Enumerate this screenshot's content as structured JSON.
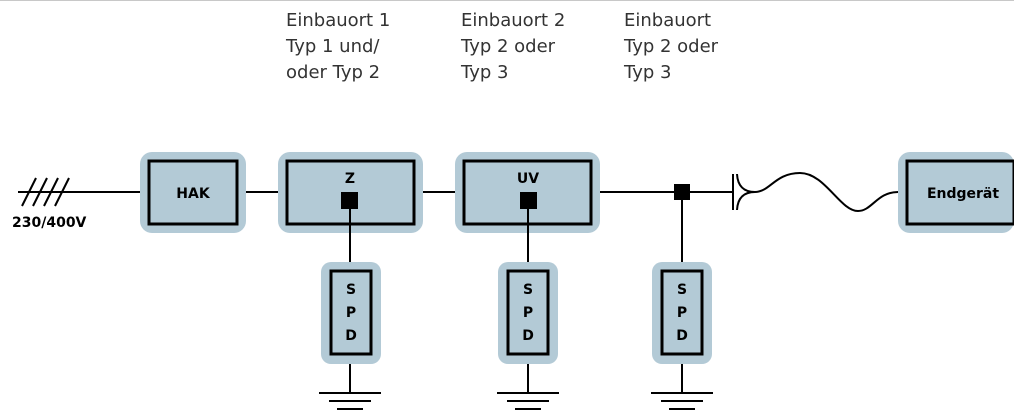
{
  "colors": {
    "box_fill": "#b3cad6",
    "box_border": "#9cbbcb",
    "line": "#000000",
    "caption_text": "#333333"
  },
  "captions": [
    {
      "lines": [
        "Einbauort 1",
        "Typ 1 und/",
        "oder Typ 2"
      ]
    },
    {
      "lines": [
        "Einbauort 2",
        "Typ 2 oder",
        "Typ 3"
      ]
    },
    {
      "lines": [
        "Einbauort",
        "Typ 2 oder",
        "Typ 3"
      ]
    }
  ],
  "supply_label": "230/400V",
  "boxes": {
    "hak": "HAK",
    "z": "Z",
    "uv": "UV",
    "endgeraet": "Endgerät"
  },
  "spd_letters": [
    "S",
    "P",
    "D"
  ],
  "icons": [
    "three-phase-symbol",
    "plug-connector-icon",
    "ground-symbol",
    "junction-node"
  ]
}
